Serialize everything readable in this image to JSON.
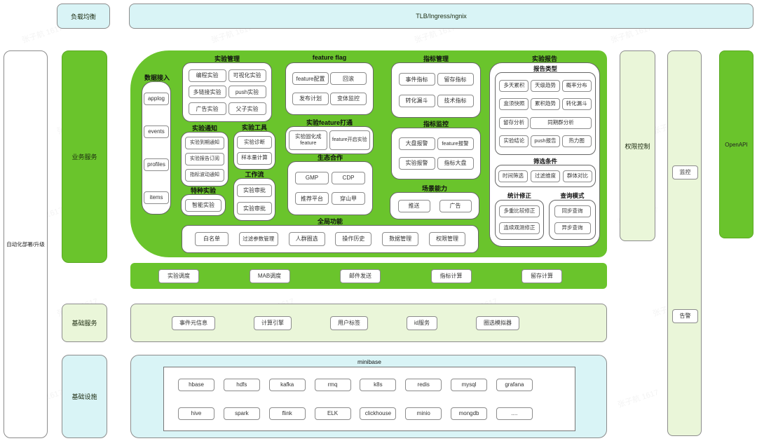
{
  "watermark": "张子航 1617",
  "colors": {
    "green": "#6ac42c",
    "pale_green": "#eaf6d9",
    "cyan": "#d9f4f6",
    "box_border": "#8c8c8c"
  },
  "top_bar": {
    "load_balancer": "负载均衡",
    "gateway": "TLB/Ingress/ngnix"
  },
  "left_rail": {
    "deploy": "自动化部署/升级",
    "business": "业务服务",
    "basic_services": "基础服务",
    "infrastructure": "基础设施"
  },
  "right_rail": {
    "permission": "权限控制",
    "monitor": "监控",
    "alert": "告警",
    "openapi": "OpenAPI"
  },
  "business_panel": {
    "data_access": {
      "title": "数据接入",
      "items": [
        "applog",
        "events",
        "profiles",
        "items"
      ]
    },
    "experiment_mgmt": {
      "title": "实验管理",
      "items": [
        "编程实验",
        "可视化实验",
        "多链接实验",
        "push实验",
        "广告实验",
        "父子实验"
      ]
    },
    "feature_flag": {
      "title": "feature flag",
      "items": [
        "feature配置",
        "回滚",
        "发布计划",
        "变体监控"
      ]
    },
    "exp_feature_bridge": {
      "title": "实验feature打通",
      "items": [
        "实验固化成feature",
        "feature开启实验"
      ]
    },
    "eco_coop": {
      "title": "生态合作",
      "items": [
        "GMP",
        "CDP",
        "推荐平台",
        "穿山甲"
      ]
    },
    "experiment_notice": {
      "title": "实验通知",
      "items": [
        "实验到期通知",
        "实验报告订阅",
        "指标波动通知"
      ]
    },
    "experiment_tools": {
      "title": "实验工具",
      "items": [
        "实验诊断",
        "样本量计算"
      ]
    },
    "workflow": {
      "title": "工作流",
      "items": [
        "实验审批",
        "实验审批"
      ]
    },
    "special_experiment": {
      "title": "特种实验",
      "items": [
        "智能实验"
      ]
    },
    "metric_mgmt": {
      "title": "指标管理",
      "items": [
        "事件指标",
        "留存指标",
        "转化漏斗",
        "技术指标"
      ]
    },
    "metric_monitor": {
      "title": "指标监控",
      "items": [
        "大盘报警",
        "feature报警",
        "实验报警",
        "指标大盘"
      ]
    },
    "scene_ability": {
      "title": "场景能力",
      "items": [
        "推送",
        "广告"
      ]
    },
    "experiment_report": {
      "title": "实验报告",
      "report_types": {
        "title": "报告类型",
        "rows": [
          [
            "多天累积",
            "天级趋势",
            "概率分布"
          ],
          [
            "盒须快照",
            "累积趋势",
            "转化漏斗"
          ],
          [
            "留存分析",
            "同期群分析"
          ],
          [
            "实验结论",
            "push报告",
            "热力图"
          ]
        ]
      },
      "filters": {
        "title": "筛选条件",
        "items": [
          "时间筛选",
          "过滤维度",
          "群体对比"
        ]
      },
      "stat_correction": {
        "title": "统计修正",
        "items": [
          "多重比较修正",
          "连续观测修正"
        ]
      },
      "query_mode": {
        "title": "查询模式",
        "items": [
          "同步查询",
          "异步查询"
        ]
      }
    },
    "global_features": {
      "title": "全局功能",
      "items": [
        "白名单",
        "过滤参数管理",
        "人群圈选",
        "操作历史",
        "数据管理",
        "权限管理"
      ]
    }
  },
  "scheduler_bar": {
    "items": [
      "实验调度",
      "MAB调度",
      "邮件发送",
      "指标计算",
      "留存计算"
    ]
  },
  "basic_services_bar": {
    "items": [
      "事件元信息",
      "计算引擎",
      "用户标签",
      "id服务",
      "圈选模拟器"
    ]
  },
  "infrastructure_bar": {
    "title": "minibase",
    "rows": [
      [
        "hbase",
        "hdfs",
        "kafka",
        "rmq",
        "k8s",
        "redis",
        "mysql",
        "grafana"
      ],
      [
        "hive",
        "spark",
        "flink",
        "ELK",
        "clickhouse",
        "minio",
        "mongdb",
        "...."
      ]
    ]
  }
}
